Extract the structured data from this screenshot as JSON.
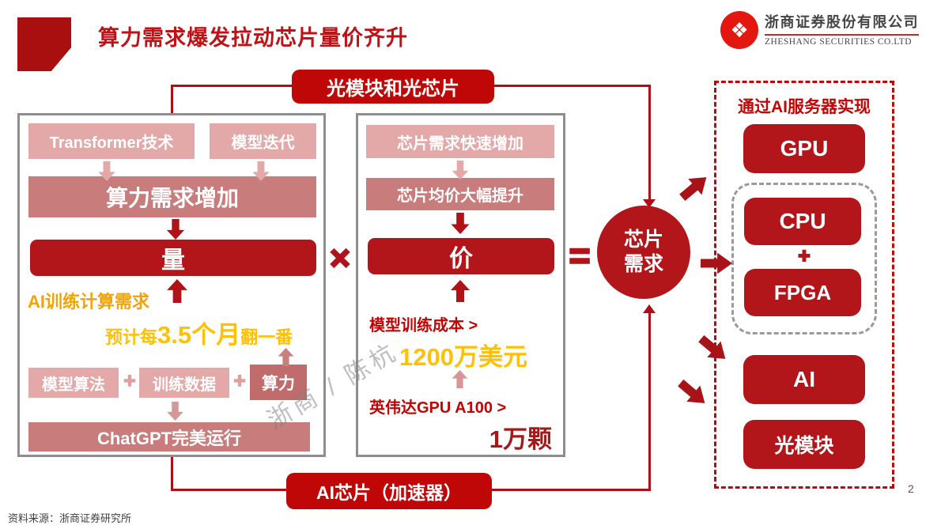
{
  "header": {
    "title": "算力需求爆发拉动芯片量价齐升",
    "brand": {
      "logo_glyph": "❖",
      "company_cn": "浙商证券股份有限公司",
      "company_en": "ZHESHANG SECURITIES CO.LTD"
    }
  },
  "flow": {
    "top_pill": "光模块和光芯片",
    "bottom_pill": "AI芯片（加速器）",
    "multiply": "×",
    "equals": "=",
    "circle_line1": "芯片",
    "circle_line2": "需求"
  },
  "left_panel": {
    "drivers": [
      "Transformer技术",
      "模型迭代"
    ],
    "result": "算力需求增加",
    "volume": "量",
    "train_demand": "AI训练计算需求",
    "doubling_prefix": "预计每",
    "doubling_big": "3.5个月",
    "doubling_suffix": "翻一番",
    "factors": [
      "模型算法",
      "训练数据",
      "算力"
    ],
    "plus": "+",
    "outcome": "ChatGPT完美运行"
  },
  "middle_panel": {
    "steps": [
      "芯片需求快速增加",
      "芯片均价大幅提升"
    ],
    "price": "价",
    "cost_label": "模型训练成本 >",
    "cost_value": "1200万美元",
    "nvidia_label": "英伟达GPU A100 >",
    "nvidia_value": "1万颗"
  },
  "right_panel": {
    "title": "通过AI服务器实现",
    "gpu": "GPU",
    "cpu": "CPU",
    "plus": "+",
    "fpga": "FPGA",
    "ai": "AI",
    "optical": "光模块"
  },
  "watermark": "浙商 / 陈杭",
  "footer": {
    "source": "资料来源：浙商证券研究所",
    "page_number": "2"
  },
  "colors": {
    "deep_red": "#B2151A",
    "bright_red": "#C00707",
    "rose": "#C97C7C",
    "light_pink": "#E3A9A9",
    "yellow": "#FFC005",
    "orange": "#F2A30A",
    "gray_border": "#8E8E8E"
  }
}
